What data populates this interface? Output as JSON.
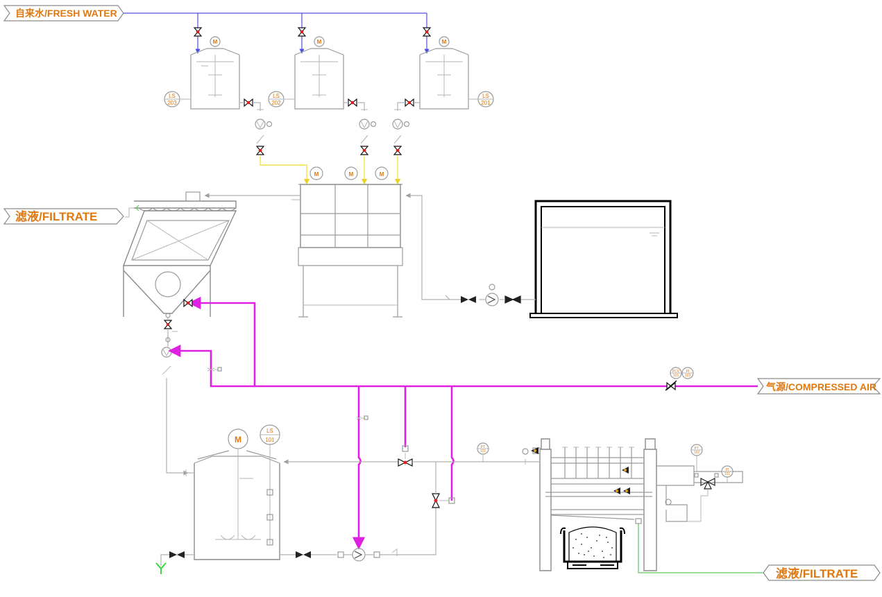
{
  "labels": {
    "fresh_water": "自来水/FRESH WATER",
    "filtrate_top": "滤液/FILTRATE",
    "filtrate_bottom": "滤液/FILTRATE",
    "compressed_air": "气源/COMPRESSED AIR"
  },
  "instruments": {
    "ls203_a": "LS",
    "ls203_b": "203",
    "ls202_a": "LS",
    "ls202_b": "202",
    "ls201_a": "LS",
    "ls201_b": "201",
    "ls101_a": "LS",
    "ls101_b": "101",
    "pcv101_a": "PCV",
    "pcv101_b": "101",
    "pi103_a": "PI",
    "pi103_b": "103",
    "pt101_a": "PT",
    "pt101_b": "101",
    "pt102_a": "PT",
    "pt102_b": "102",
    "pi101_a": "PI",
    "pi101_b": "101"
  },
  "motors": {
    "label": "M",
    "small": "M"
  },
  "colors": {
    "instrument": "#e07810",
    "compressed_air": "#e020e0",
    "fresh_water": "#5050e0",
    "dosing": "#f2e24a",
    "filtrate": "#5cc85c",
    "valve_fill": "#e02020"
  },
  "icons": {
    "valve": "gate-valve-icon",
    "pump": "centrifugal-pump-icon",
    "motor": "motor-icon",
    "check": "check-valve-icon"
  }
}
